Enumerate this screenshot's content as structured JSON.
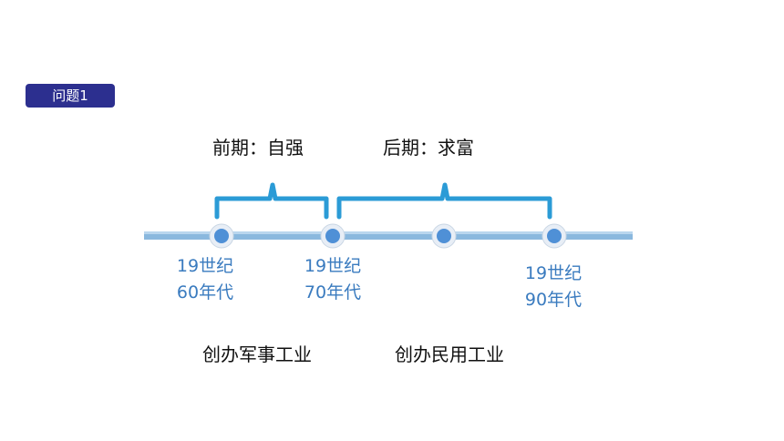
{
  "badge": {
    "label": "问题1"
  },
  "stages": {
    "early": "前期：自强",
    "late": "后期：求富"
  },
  "timeline": {
    "dates": [
      {
        "line1": "19世纪",
        "line2": "60年代"
      },
      {
        "line1": "19世纪",
        "line2": "70年代"
      },
      {
        "line1": "19世纪",
        "line2": "90年代"
      }
    ]
  },
  "activities": {
    "military": "创办军事工业",
    "civil": "创办民用工业"
  },
  "colors": {
    "badge_bg": "#2c2f8f",
    "bracket": "#2b9bd6",
    "axis": "#7fb4dc",
    "node": "#4f90d6",
    "date_text": "#3a7bbf"
  }
}
